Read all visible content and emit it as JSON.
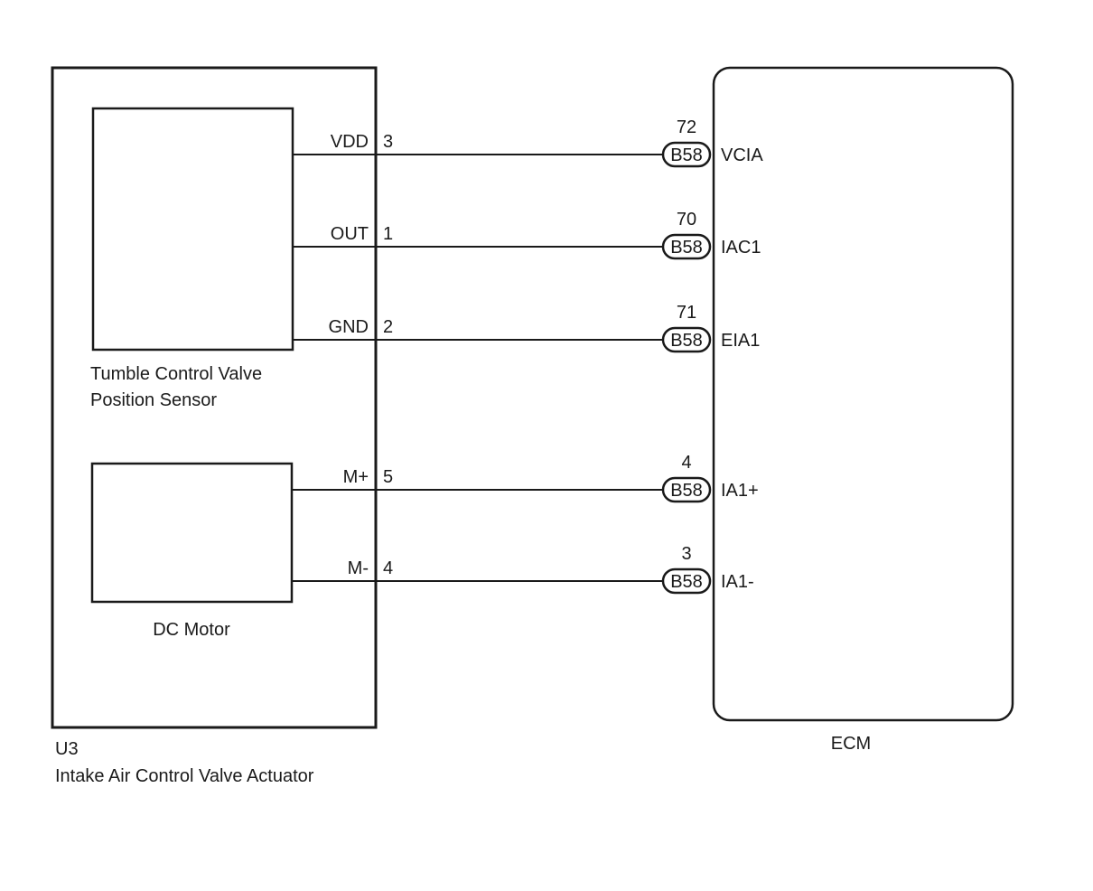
{
  "actuator": {
    "ref": "U3",
    "name": "Intake Air Control Valve Actuator",
    "sensor_label_line1": "Tumble Control Valve",
    "sensor_label_line2": "Position Sensor",
    "motor_label": "DC Motor"
  },
  "ecm": {
    "name": "ECM"
  },
  "wires": [
    {
      "signal": "VDD",
      "pin": "3",
      "connector": "B58",
      "ecm_pin": "72",
      "ecm_terminal": "VCIA",
      "group": "sensor"
    },
    {
      "signal": "OUT",
      "pin": "1",
      "connector": "B58",
      "ecm_pin": "70",
      "ecm_terminal": "IAC1",
      "group": "sensor"
    },
    {
      "signal": "GND",
      "pin": "2",
      "connector": "B58",
      "ecm_pin": "71",
      "ecm_terminal": "EIA1",
      "group": "sensor"
    },
    {
      "signal": "M+",
      "pin": "5",
      "connector": "B58",
      "ecm_pin": "4",
      "ecm_terminal": "IA1+",
      "group": "motor"
    },
    {
      "signal": "M-",
      "pin": "4",
      "connector": "B58",
      "ecm_pin": "3",
      "ecm_terminal": "IA1-",
      "group": "motor"
    }
  ]
}
